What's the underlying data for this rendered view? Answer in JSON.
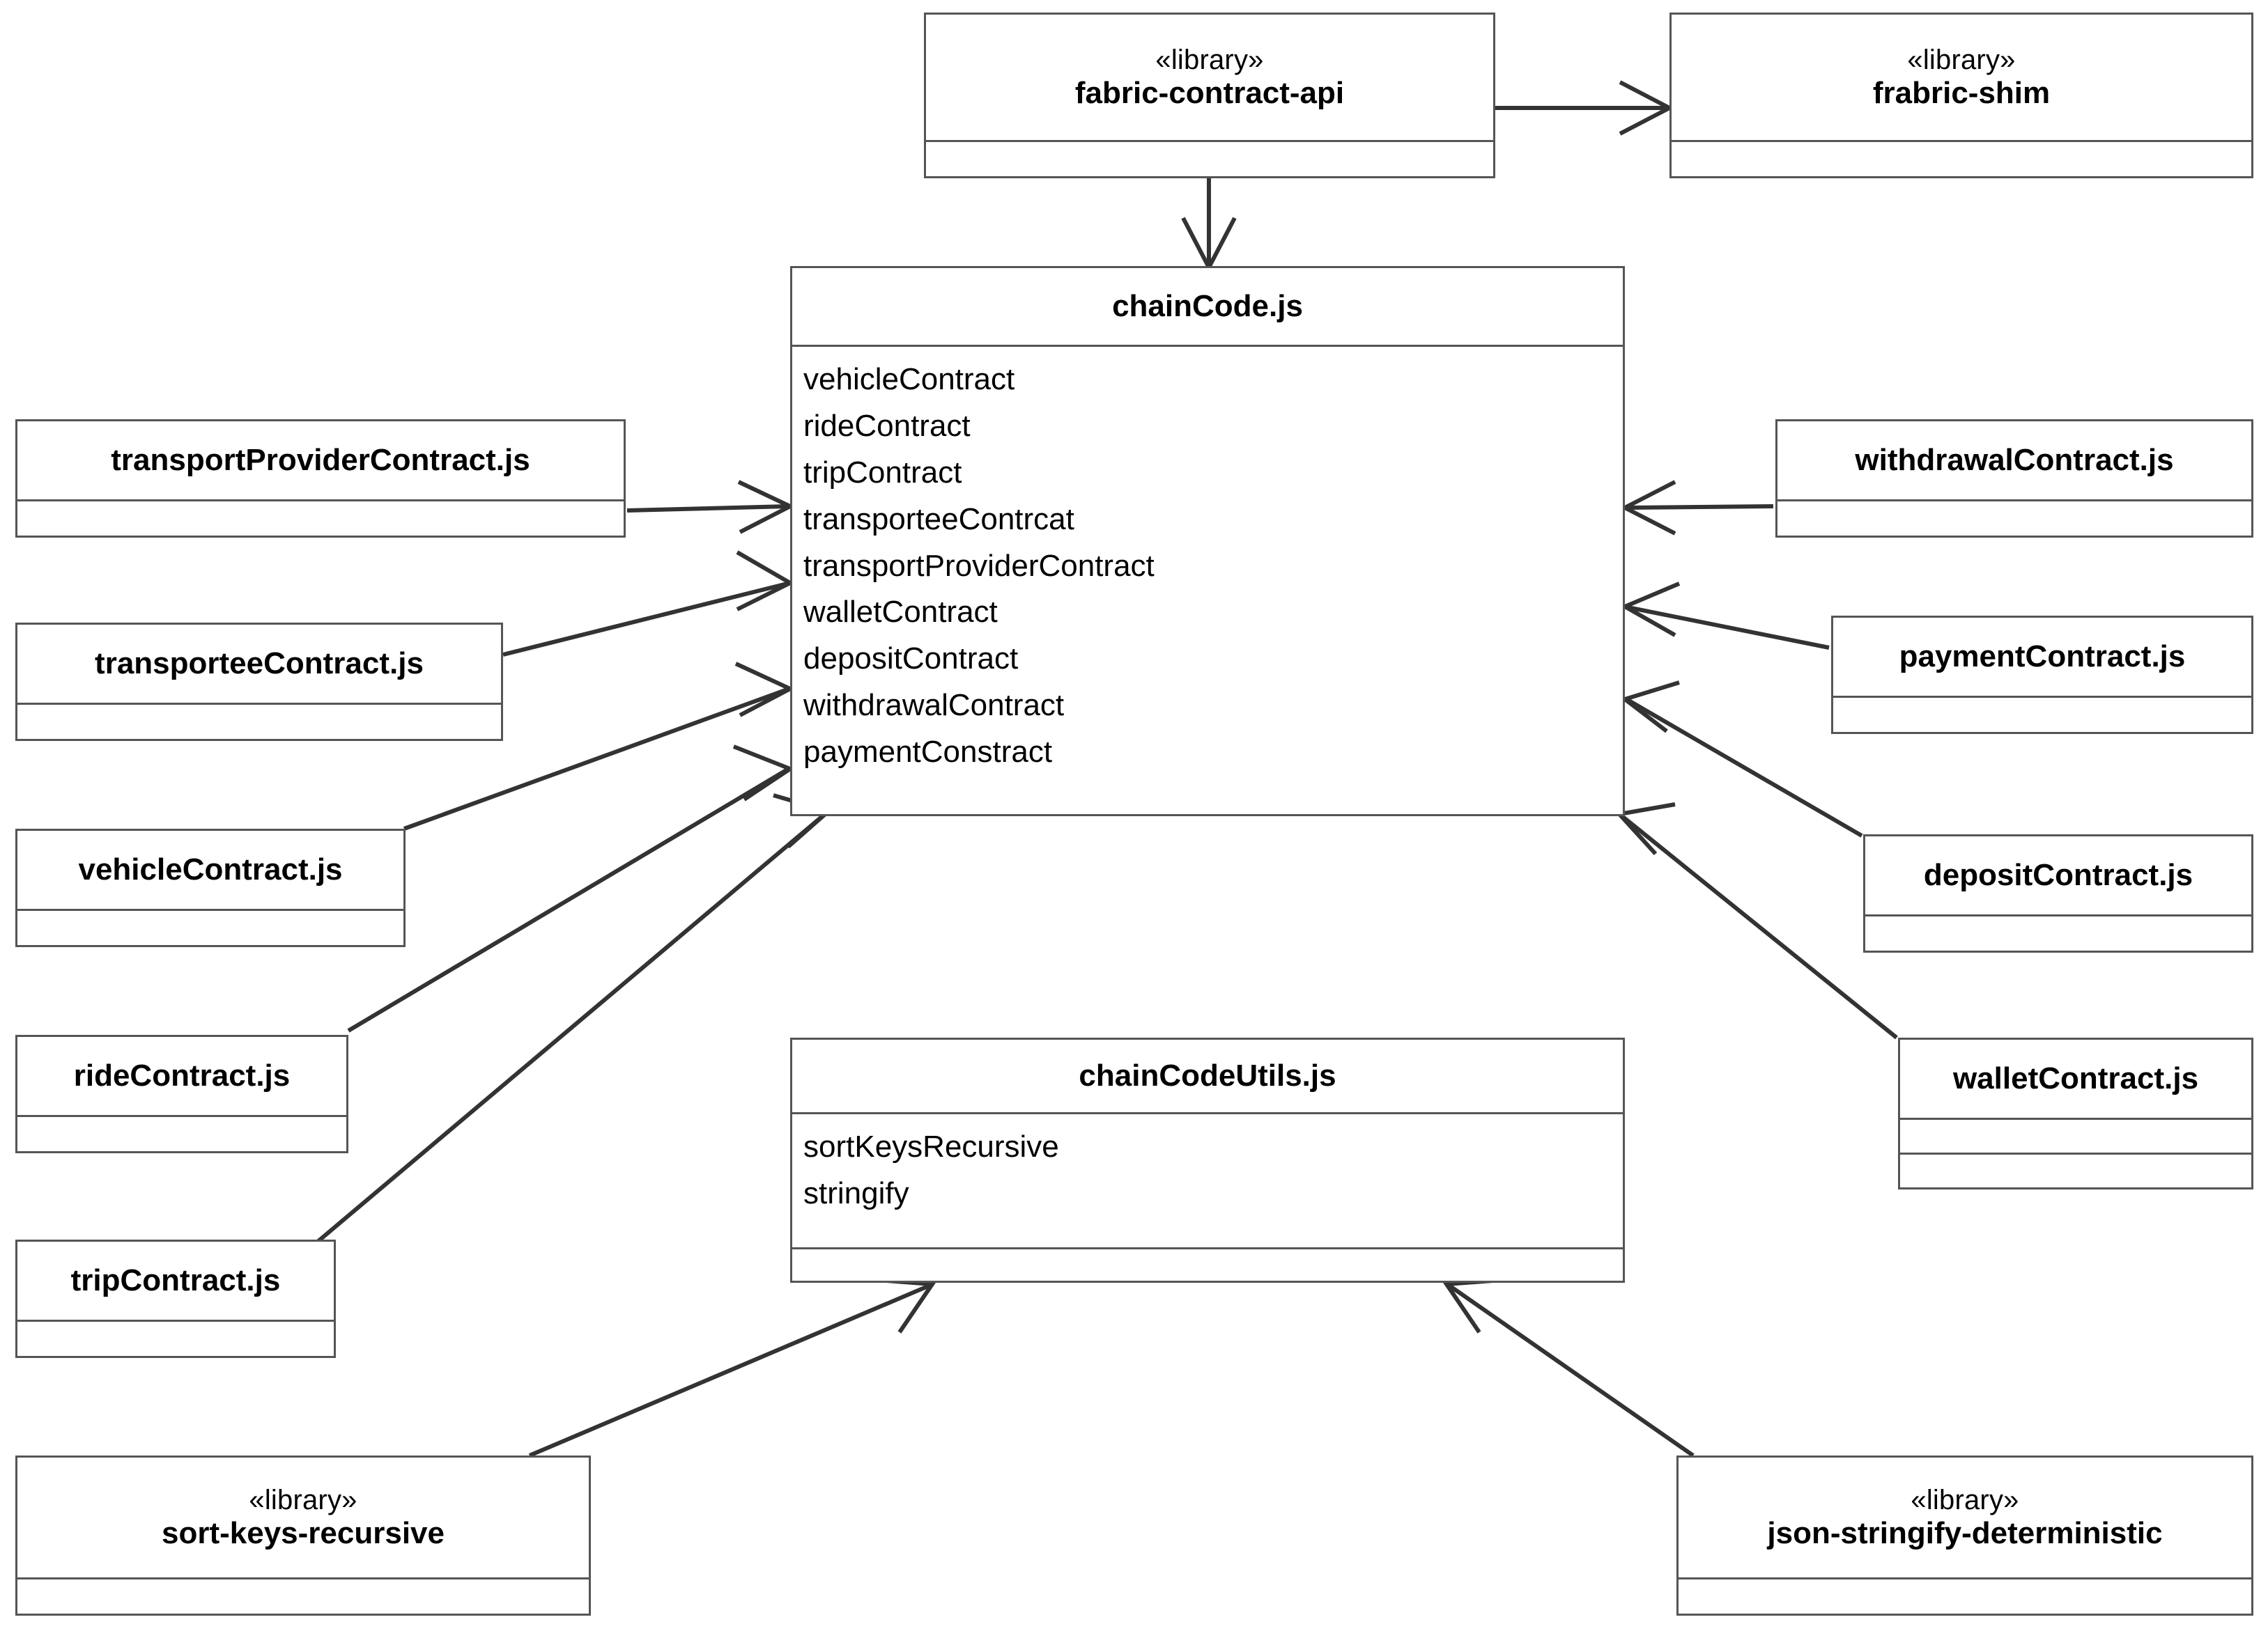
{
  "diagram": {
    "title": "chaincode component diagram",
    "stereotype_label": "«library»",
    "stroke_color": "#555555",
    "text_color": "#000000",
    "background_color": "#ffffff"
  },
  "nodes": {
    "fabric_contract_api": {
      "stereotype": "«library»",
      "title": "fabric-contract-api",
      "members": []
    },
    "frabric_shim": {
      "stereotype": "«library»",
      "title": "frabric-shim",
      "members": []
    },
    "chaincode": {
      "title": "chainCode.js",
      "members": [
        "vehicleContract",
        "rideContract",
        "tripContract",
        "transporteeContrcat",
        "transportProviderContract",
        "walletContract",
        "depositContract",
        "withdrawalContract",
        "paymentConstract"
      ]
    },
    "chaincode_utils": {
      "title": "chainCodeUtils.js",
      "members": [
        "sortKeysRecursive",
        "stringify"
      ]
    },
    "transport_provider_contract": {
      "title": "transportProviderContract.js",
      "members": []
    },
    "transportee_contract": {
      "title": "transporteeContract.js",
      "members": []
    },
    "vehicle_contract": {
      "title": "vehicleContract.js",
      "members": []
    },
    "ride_contract": {
      "title": "rideContract.js",
      "members": []
    },
    "trip_contract": {
      "title": "tripContract.js",
      "members": []
    },
    "withdrawal_contract": {
      "title": "withdrawalContract.js",
      "members": []
    },
    "payment_contract": {
      "title": "paymentContract.js",
      "members": []
    },
    "deposit_contract": {
      "title": "depositContract.js",
      "members": []
    },
    "wallet_contract": {
      "title": "walletContract.js",
      "members": []
    },
    "sort_keys_recursive": {
      "stereotype": "«library»",
      "title": "sort-keys-recursive",
      "members": []
    },
    "json_stringify_deterministic": {
      "stereotype": "«library»",
      "title": "json-stringify-deterministic",
      "members": []
    }
  },
  "edges": [
    {
      "from": "fabric_contract_api",
      "to": "frabric_shim",
      "style": "solid",
      "arrow": "open"
    },
    {
      "from": "fabric_contract_api",
      "to": "chaincode",
      "style": "solid",
      "arrow": "open"
    },
    {
      "from": "transport_provider_contract",
      "to": "chaincode",
      "style": "solid",
      "arrow": "open"
    },
    {
      "from": "transportee_contract",
      "to": "chaincode",
      "style": "solid",
      "arrow": "open"
    },
    {
      "from": "vehicle_contract",
      "to": "chaincode",
      "style": "solid",
      "arrow": "open"
    },
    {
      "from": "ride_contract",
      "to": "chaincode",
      "style": "solid",
      "arrow": "open"
    },
    {
      "from": "trip_contract",
      "to": "chaincode",
      "style": "solid",
      "arrow": "open"
    },
    {
      "from": "withdrawal_contract",
      "to": "chaincode",
      "style": "solid",
      "arrow": "open"
    },
    {
      "from": "payment_contract",
      "to": "chaincode",
      "style": "solid",
      "arrow": "open"
    },
    {
      "from": "deposit_contract",
      "to": "chaincode",
      "style": "solid",
      "arrow": "open"
    },
    {
      "from": "wallet_contract",
      "to": "chaincode",
      "style": "solid",
      "arrow": "open"
    },
    {
      "from": "sort_keys_recursive",
      "to": "chaincode_utils",
      "style": "solid",
      "arrow": "open"
    },
    {
      "from": "json_stringify_deterministic",
      "to": "chaincode_utils",
      "style": "solid",
      "arrow": "open"
    }
  ]
}
